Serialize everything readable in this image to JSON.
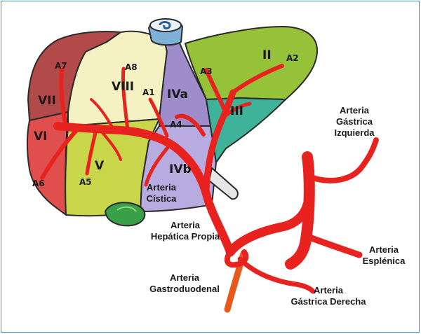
{
  "segments": {
    "I": "II",
    "III": "III",
    "IVa": "IVa",
    "IVb": "IVb",
    "V": "V",
    "VI": "VI",
    "VII": "VII",
    "VIII": "VIII"
  },
  "arteries": {
    "A1": "A1",
    "A2": "A2",
    "A3": "A3",
    "A4": "A4",
    "A5": "A5",
    "A6": "A6",
    "A7": "A7",
    "A8": "A8"
  },
  "labels": {
    "cistica_1": "Arteria",
    "cistica_2": "Cística",
    "gastrica_izq_1": "Arteria",
    "gastrica_izq_2": "Gástrica",
    "gastrica_izq_3": "Izquierda",
    "hepatica_1": "Arteria",
    "hepatica_2": "Hepática Propia",
    "esplenica_1": "Arteria",
    "esplenica_2": "Esplénica",
    "gastroduodenal_1": "Arteria",
    "gastroduodenal_2": "Gastroduodenal",
    "gastrica_der_1": "Arteria",
    "gastrica_der_2": "Gástrica Derecha"
  },
  "colors": {
    "artery": "#e8221e",
    "gastroduodenal": "#e8581c",
    "seg_VII": "#b24a4a",
    "seg_VI": "#e04e4e",
    "seg_VIII": "#f4f2c2",
    "seg_V": "#c9d64a",
    "seg_IV": "#a99ad2",
    "seg_II": "#96c23a",
    "seg_III": "#3fb39a",
    "gallbladder": "#3aa048",
    "outline": "#2a2a2a"
  }
}
